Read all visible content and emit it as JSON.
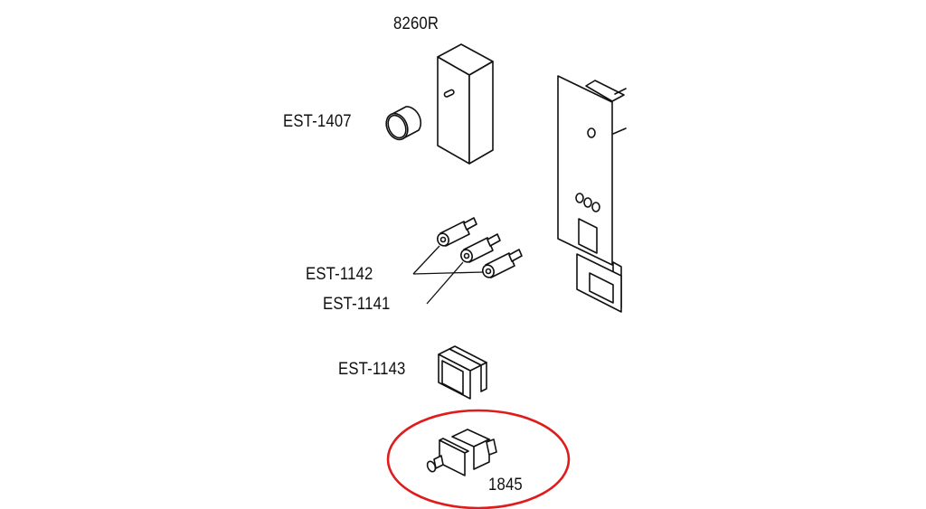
{
  "diagram": {
    "type": "exploded-parts-diagram",
    "highlight_color": "#e01b1b",
    "line_color": "#111111",
    "parts": [
      {
        "id": "8260R",
        "label": "8260R",
        "description": "rectangular block housing"
      },
      {
        "id": "EST-1407",
        "label": "EST-1407",
        "description": "cylindrical cap"
      },
      {
        "id": "EST-1142",
        "label": "EST-1142",
        "description": "indicator lamp (two)"
      },
      {
        "id": "EST-1141",
        "label": "EST-1141",
        "description": "indicator lamp"
      },
      {
        "id": "EST-1143",
        "label": "EST-1143",
        "description": "rocker switch"
      },
      {
        "id": "1845",
        "label": "1845",
        "description": "plunger switch",
        "highlighted": true
      }
    ],
    "panel": {
      "description": "vertical mounting panel with three lamp holes and square switch cutout"
    }
  }
}
